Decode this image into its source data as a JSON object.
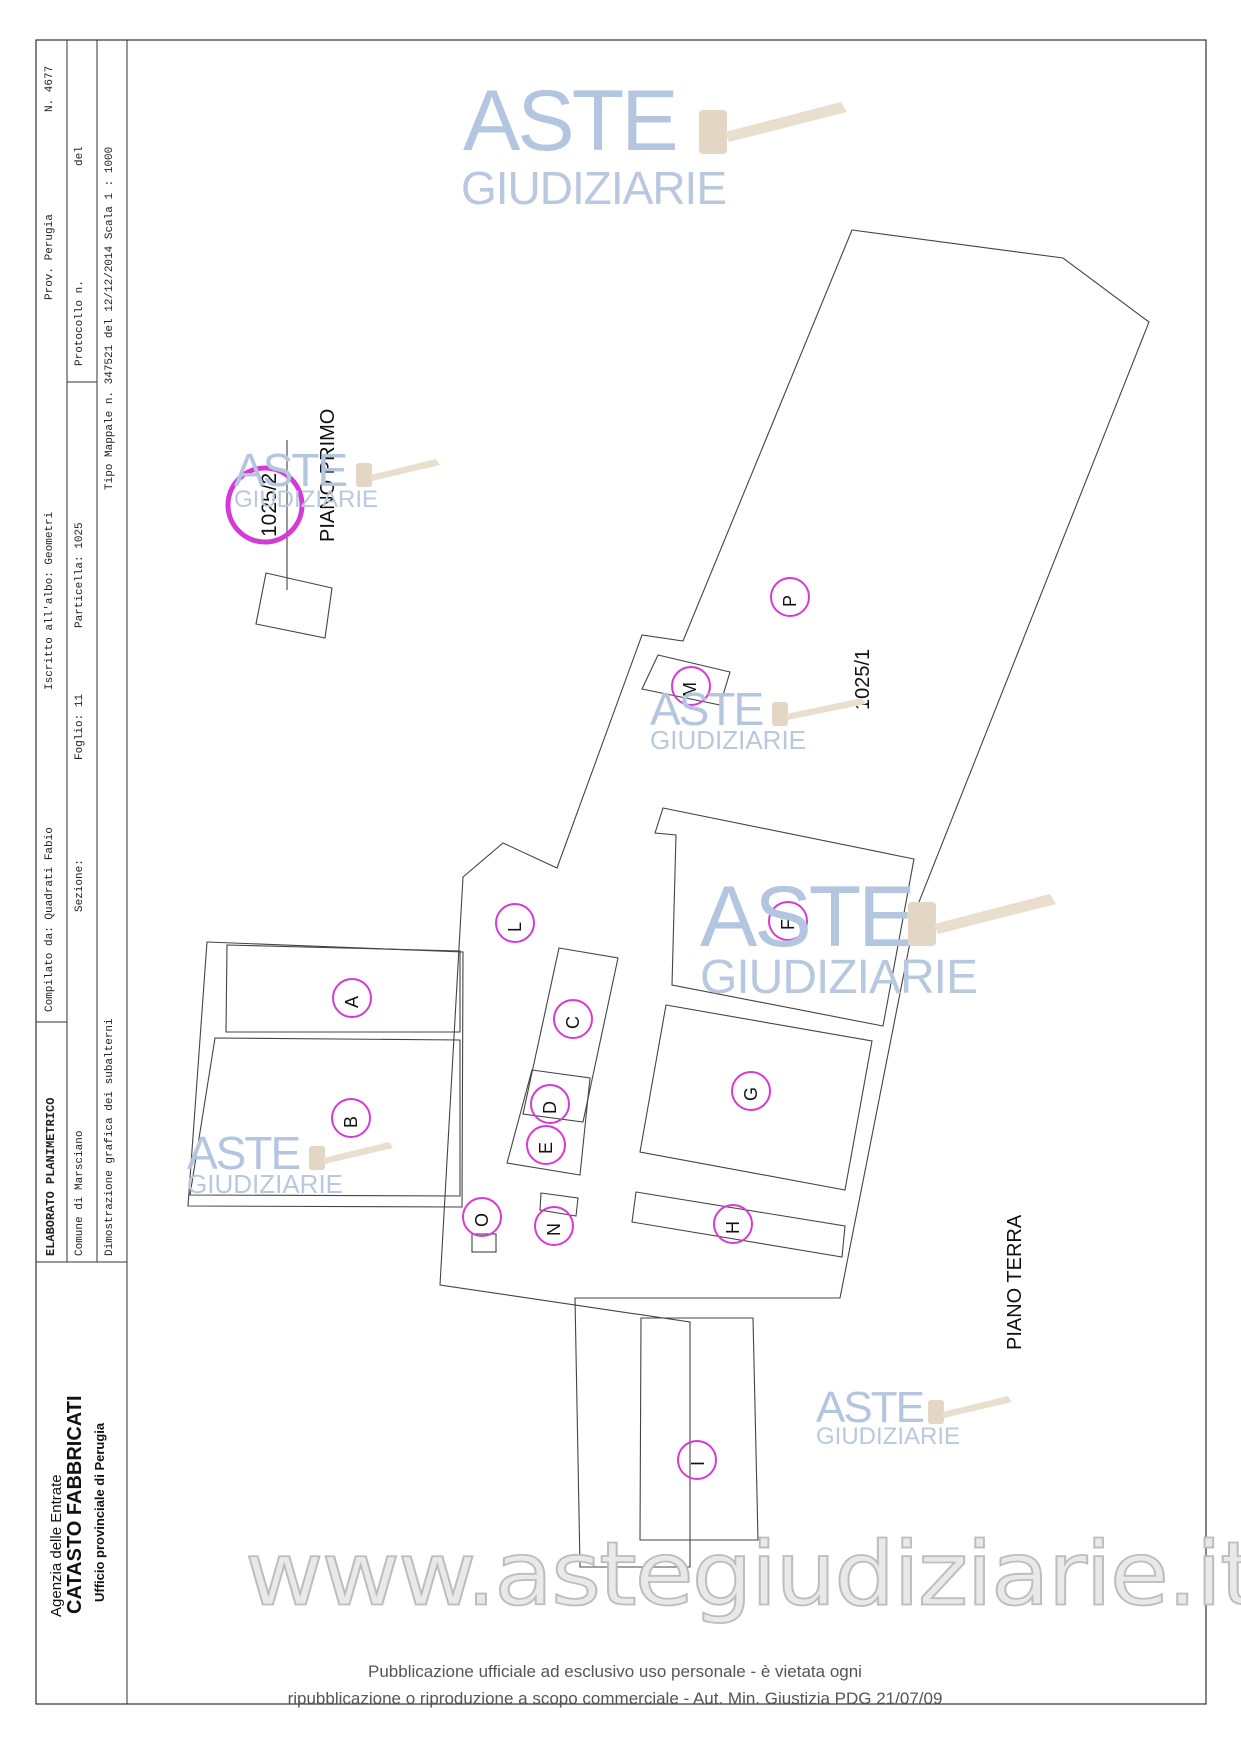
{
  "agency": {
    "line1": "Agenzia delle Entrate",
    "line2": "CATASTO FABBRICATI",
    "line3": "Ufficio provinciale di  Perugia"
  },
  "header": {
    "doc_type": "ELABORATO PLANIMETRICO",
    "compiled_by": "Compilato da: Quadrati Fabio",
    "registered": "Iscritto all'albo: Geometri",
    "province": "Prov. Perugia",
    "number": "N. 4677",
    "comune": "Comune di Marsciano",
    "sezione": "Sezione:",
    "foglio": "Foglio: 11",
    "particella": "Particella: 1025",
    "protocollo": "Protocollo n.",
    "del": "del",
    "demo": "Dimostrazione grafica dei subalterni",
    "tipo_mappale": "Tipo Mappale n. 347521   del 12/12/2014  Scala 1 : 1000"
  },
  "plan": {
    "piano_primo": "PIANO PRIMO",
    "piano_terra": "PIANO TERRA",
    "sub_1025_2": "1025/2",
    "sub_1025_1": "1025/1",
    "units": [
      "A",
      "B",
      "C",
      "D",
      "E",
      "F",
      "G",
      "H",
      "I",
      "L",
      "M",
      "N",
      "O",
      "P"
    ],
    "marker_color": "#d63ad6"
  },
  "watermark": {
    "aste": "ASTE",
    "giudiziarie": "GIUDIZIARIE",
    "website": "www.astegiudiziarie.it",
    "gavel_icon": "gavel-icon"
  },
  "disclaimer": {
    "line1": "Pubblicazione ufficiale ad esclusivo uso personale - è vietata ogni",
    "line2": "ripubblicazione o riproduzione a scopo commerciale - Aut. Min. Giustizia PDG 21/07/09"
  }
}
